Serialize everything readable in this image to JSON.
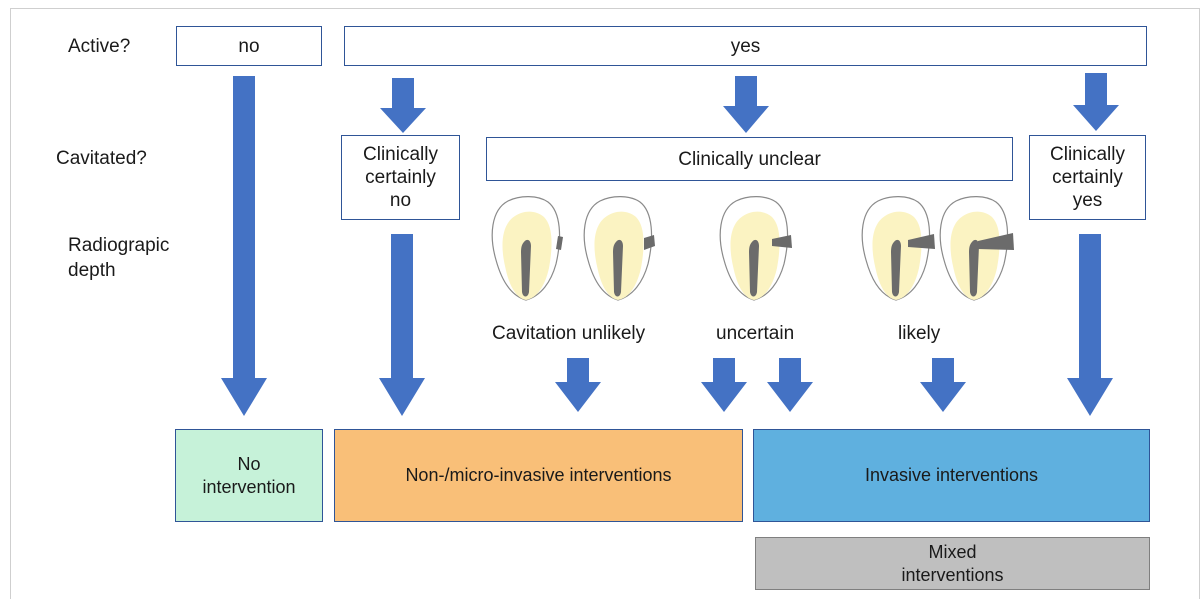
{
  "row_labels": {
    "active": "Active?",
    "cavitated": "Cavitated?",
    "radiographic_depth": "Radiograpic\ndepth"
  },
  "active_answers": {
    "no": "no",
    "yes": "yes"
  },
  "cavitation_answers": {
    "certainly_no": "Clinically certainly no",
    "unclear": "Clinically unclear",
    "certainly_yes": "Clinically certainly yes"
  },
  "radiographic_captions": {
    "unlikely": "Cavitation unlikely",
    "uncertain": "uncertain",
    "likely": "likely"
  },
  "outcomes": {
    "none": "No intervention",
    "non_micro": "Non-/micro-invasive interventions",
    "invasive": "Invasive interventions",
    "mixed": "Mixed interventions"
  },
  "colors": {
    "arrow": "#4472c4",
    "box_border": "#2f5597",
    "no_intervention": "#c6f2d9",
    "non_micro_invasive": "#f9bf78",
    "invasive": "#5fb0df",
    "mixed": "#bfbfbf",
    "tooth_crown": "#fbf3c2",
    "lesion": "#6b6b6b"
  }
}
